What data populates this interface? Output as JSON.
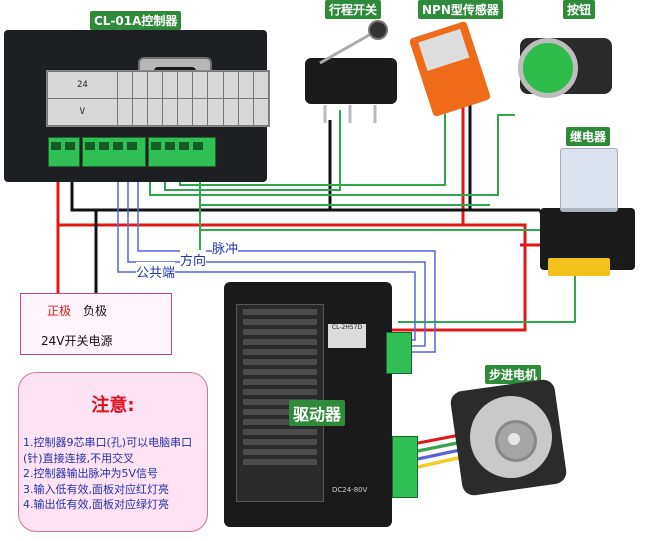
{
  "labels": {
    "controller": "CL-01A控制器",
    "limit_switch": "行程开关",
    "npn_sensor": "NPN型传感器",
    "button": "按钮",
    "relay": "继电器",
    "driver": "驱动器",
    "stepper_motor": "步进电机"
  },
  "psu": {
    "positive": "正极",
    "negative": "负极",
    "name": "24V开关电源"
  },
  "signals": {
    "pulse": "脉冲",
    "direction": "方向",
    "common": "公共端"
  },
  "controller_panel": {
    "voltage_top": "24",
    "voltage_bottom": "V"
  },
  "notice": {
    "title": "注意:",
    "items": [
      "1.控制器9芯串口(孔)可以电脑串口(针)直接连接,不用交叉",
      "2.控制器输出脉冲为5V信号",
      "3.输入低有效,面板对应红灯亮",
      "4.输出低有效,面板对应绿灯亮"
    ]
  },
  "driver_panel": {
    "model": "CL-2H57D",
    "power": "DC24-80V"
  },
  "colors": {
    "label_bg": "#2f8a3a",
    "wire_red": "#e01818",
    "wire_black": "#111111",
    "wire_green": "#2fa84a",
    "wire_blue": "#5566dd",
    "notice_title": "#e0101f"
  }
}
